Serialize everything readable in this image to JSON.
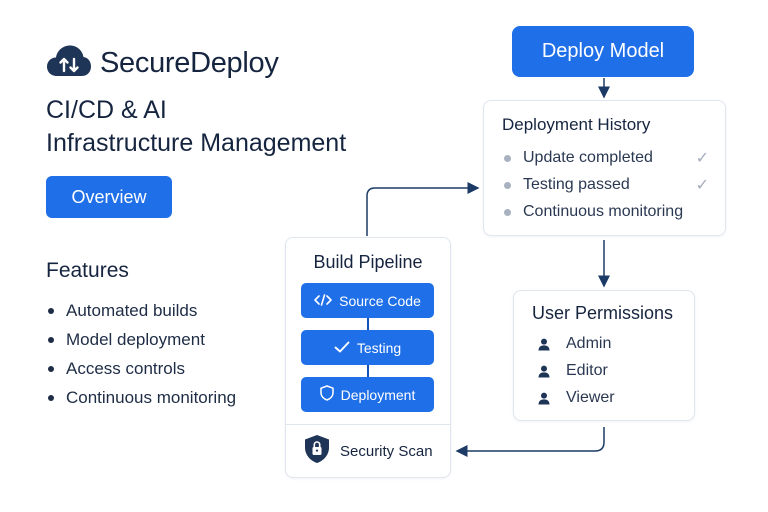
{
  "brand": {
    "name": "SecureDeploy",
    "icon": "cloud-sync-icon",
    "color": "#1f3557"
  },
  "subtitle": {
    "line1": "CI/CD & AI",
    "line2": "Infrastructure Management"
  },
  "overview_button": {
    "label": "Overview"
  },
  "features": {
    "title": "Features",
    "items": [
      "Automated builds",
      "Model deployment",
      "Access controls",
      "Continuous monitoring"
    ]
  },
  "deploy_button": {
    "label": "Deploy Model"
  },
  "deployment_history": {
    "title": "Deployment History",
    "items": [
      {
        "label": "Update completed",
        "checked": true
      },
      {
        "label": "Testing passed",
        "checked": true
      },
      {
        "label": "Continuous monitoring",
        "checked": false
      }
    ]
  },
  "user_permissions": {
    "title": "User Permissions",
    "items": [
      "Admin",
      "Editor",
      "Viewer"
    ]
  },
  "build_pipeline": {
    "title": "Build Pipeline",
    "stages": [
      {
        "label": "Source Code",
        "icon": "code-icon"
      },
      {
        "label": "Testing",
        "icon": "check-icon"
      },
      {
        "label": "Deployment",
        "icon": "shield-icon"
      }
    ],
    "security_scan": {
      "label": "Security Scan",
      "icon": "shield-lock-icon"
    }
  },
  "colors": {
    "accent": "#1f6fe8",
    "text": "#16253f",
    "arrow": "#1c3a66",
    "border": "#dfe6ef"
  }
}
